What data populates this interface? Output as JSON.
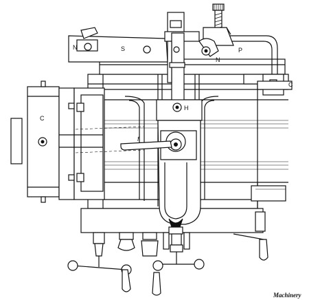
{
  "figure": {
    "labels": {
      "slide_s": "S",
      "nut_left": "N",
      "nut_right": "N",
      "pointer": "P",
      "clamp_c_right": "C",
      "chuck_c": "C",
      "handle_h": "H",
      "tool_f": "f"
    },
    "credit": "Machinery"
  }
}
